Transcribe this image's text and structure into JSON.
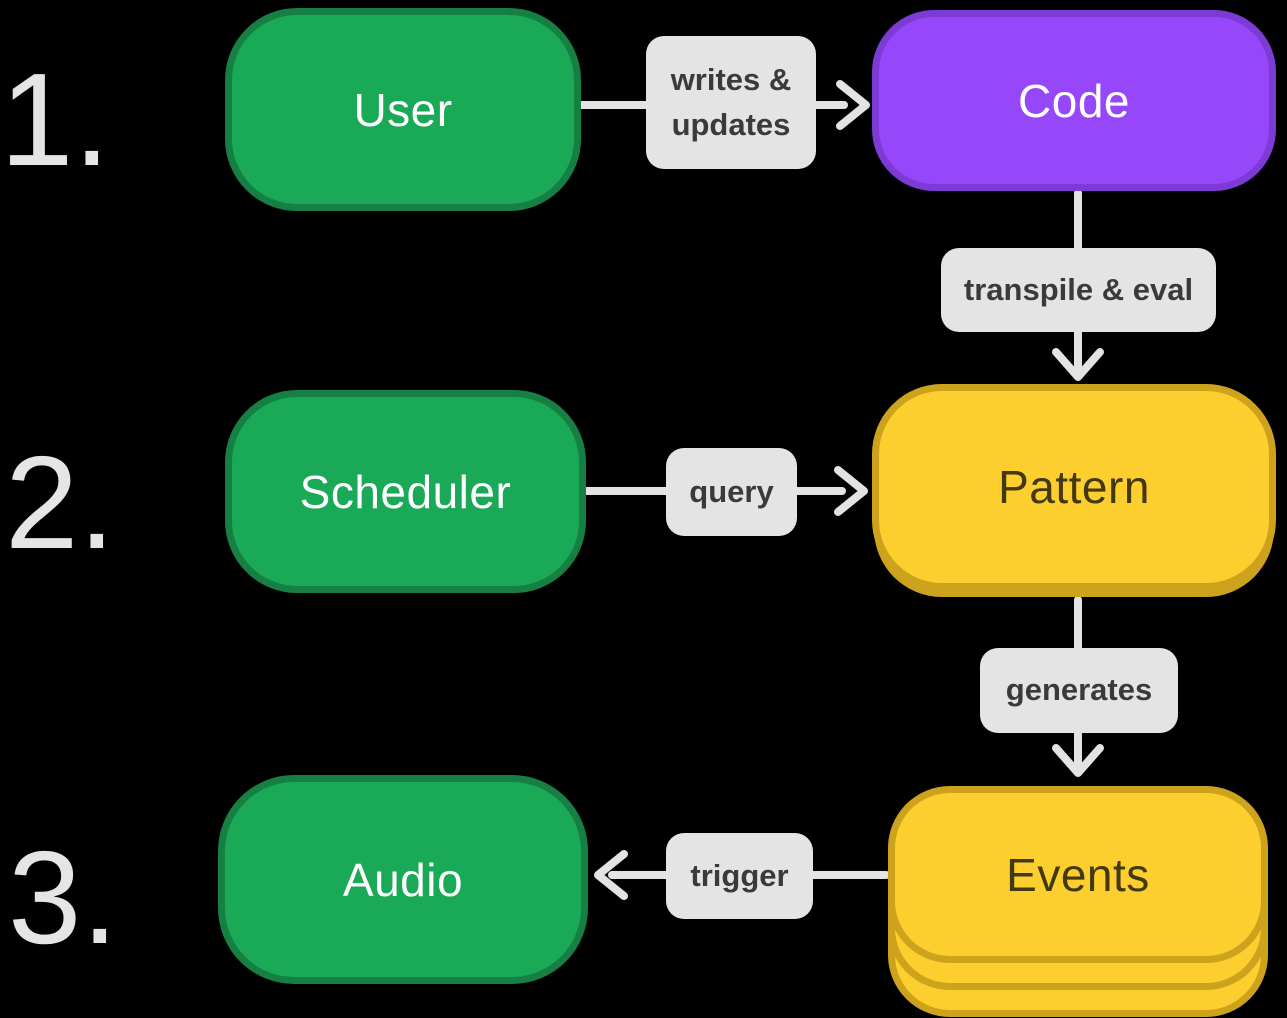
{
  "colors": {
    "background": "#000000",
    "green-fill": "#19a957",
    "green-border": "#157f44",
    "purple-fill": "#9647fa",
    "purple-border": "#7b3bd4",
    "yellow-fill": "#fcce2e",
    "yellow-border": "#cda21c",
    "label-bg": "#e4e4e4",
    "label-text": "#3a3a3a",
    "arrow": "#e3e3e3",
    "step-number": "#e5e5e5",
    "node-text-light": "#ffffff",
    "node-text-dark": "#433910"
  },
  "steps": [
    {
      "label": "1."
    },
    {
      "label": "2."
    },
    {
      "label": "3."
    }
  ],
  "nodes": {
    "user": {
      "label": "User"
    },
    "code": {
      "label": "Code"
    },
    "scheduler": {
      "label": "Scheduler"
    },
    "pattern": {
      "label": "Pattern"
    },
    "audio": {
      "label": "Audio"
    },
    "events": {
      "label": "Events"
    }
  },
  "edges": {
    "writes_updates": {
      "from": "User",
      "to": "Code",
      "label": "writes & updates",
      "lines": [
        "writes &",
        "updates"
      ]
    },
    "transpile_eval": {
      "from": "Code",
      "to": "Pattern",
      "label": "transpile & eval"
    },
    "query": {
      "from": "Scheduler",
      "to": "Pattern",
      "label": "query"
    },
    "generates": {
      "from": "Pattern",
      "to": "Events",
      "label": "generates"
    },
    "trigger": {
      "from": "Events",
      "to": "Audio",
      "label": "trigger"
    }
  }
}
